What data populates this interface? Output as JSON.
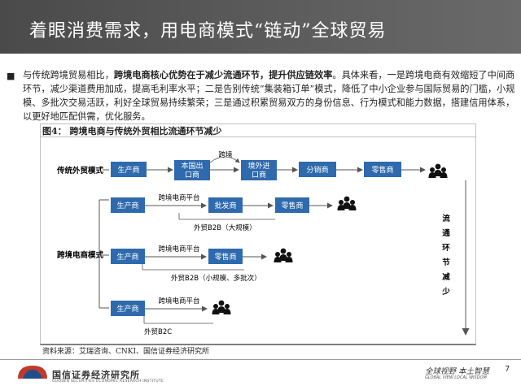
{
  "header": {
    "title": "着眼消费需求，用电商模式“链动”全球贸易"
  },
  "intro": {
    "part1": "与传统跨境贸易相比，",
    "bold": "跨境电商核心优势在于减少流通环节，提升供应链效率",
    "part2": "。具体来看，一是跨境电商有效缩短了中间商环节，减少渠道费用加成，提高毛利率水平；二是告别传统“集装箱订单”模式，降低了中小企业参与国际贸易的门槛，小规模、多批次交易活跃，利好全球贸易持续繁荣；三是通过积累贸易双方的身份信息、行为模式和能力数据，搭建信用体系，以更好地匹配供需，优化服务。"
  },
  "figure": {
    "title": "图4：  跨境电商与传统外贸相比流通环节减少",
    "traditional_label": "传统外贸模式",
    "crossborder_label": "跨境电商模式",
    "traditional_nodes": [
      "生产商",
      "本国出口商",
      "境外进口商",
      "分销商",
      "零售商"
    ],
    "traditional_cross_label": "跨境",
    "row1_nodes": [
      "生产商",
      "批发商",
      "零售商"
    ],
    "row1_platform": "跨境电商平台",
    "row1_caption": "外贸B2B（大规模）",
    "row2_nodes": [
      "生产商",
      "零售商"
    ],
    "row2_platform": "跨境电商平台",
    "row2_caption": "外贸B2B（小规模、多批次）",
    "row3_nodes": [
      "生产商"
    ],
    "row3_platform": "跨境电商平台",
    "row3_caption": "外贸B2C",
    "side_label": [
      "流",
      "通",
      "环",
      "节",
      "减",
      "少"
    ]
  },
  "source": "资料来源：艾瑞咨询、CNKI、国信证券经济研究所",
  "footer": {
    "logo_name": "国信证券经济研究所",
    "logo_sub": "GUOSEN SECURITIES ECONOMIC RESEARCH INSTITUTE",
    "slogan": "全球视野  本土智慧",
    "slogan_sub": "GLOBAL VIEW    LOCAL WISDOM",
    "page": "7"
  },
  "colors": {
    "node_fill": "#2e6aad",
    "node_text": "#ffffff",
    "title_bar": "#555555",
    "arrow": "#555555"
  }
}
